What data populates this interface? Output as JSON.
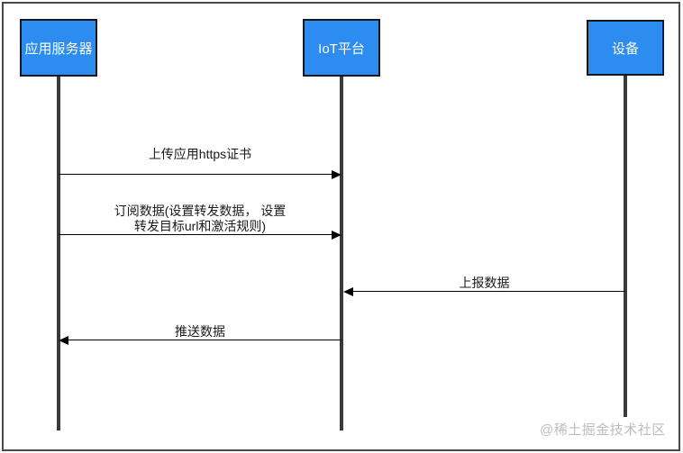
{
  "diagram": {
    "type": "sequence-diagram",
    "actors": [
      {
        "id": "app-server",
        "label": "应用服务器"
      },
      {
        "id": "iot-platform",
        "label": "IoT平台"
      },
      {
        "id": "device",
        "label": "设备"
      }
    ],
    "messages": [
      {
        "label": "上传应用https证书",
        "from": "应用服务器",
        "to": "IoT平台",
        "direction": "right"
      },
      {
        "label": "订阅数据(设置转发数据， 设置\n转发目标url和激活规则)",
        "from": "应用服务器",
        "to": "IoT平台",
        "direction": "right"
      },
      {
        "label": "上报数据",
        "from": "设备",
        "to": "IoT平台",
        "direction": "left"
      },
      {
        "label": "推送数据",
        "from": "IoT平台",
        "to": "应用服务器",
        "direction": "left"
      }
    ],
    "watermark": "@稀土掘金技术社区",
    "colors": {
      "actor_fill": "#2d8cf0",
      "actor_border": "#14171c",
      "actor_text": "#ffffff",
      "lifeline": "#3a3a3a",
      "message_line": "#000000",
      "message_text": "#1a1a1a",
      "watermark_text": "#bdbdbd",
      "frame_border": "#4a4a4a",
      "background": "#ffffff"
    }
  }
}
